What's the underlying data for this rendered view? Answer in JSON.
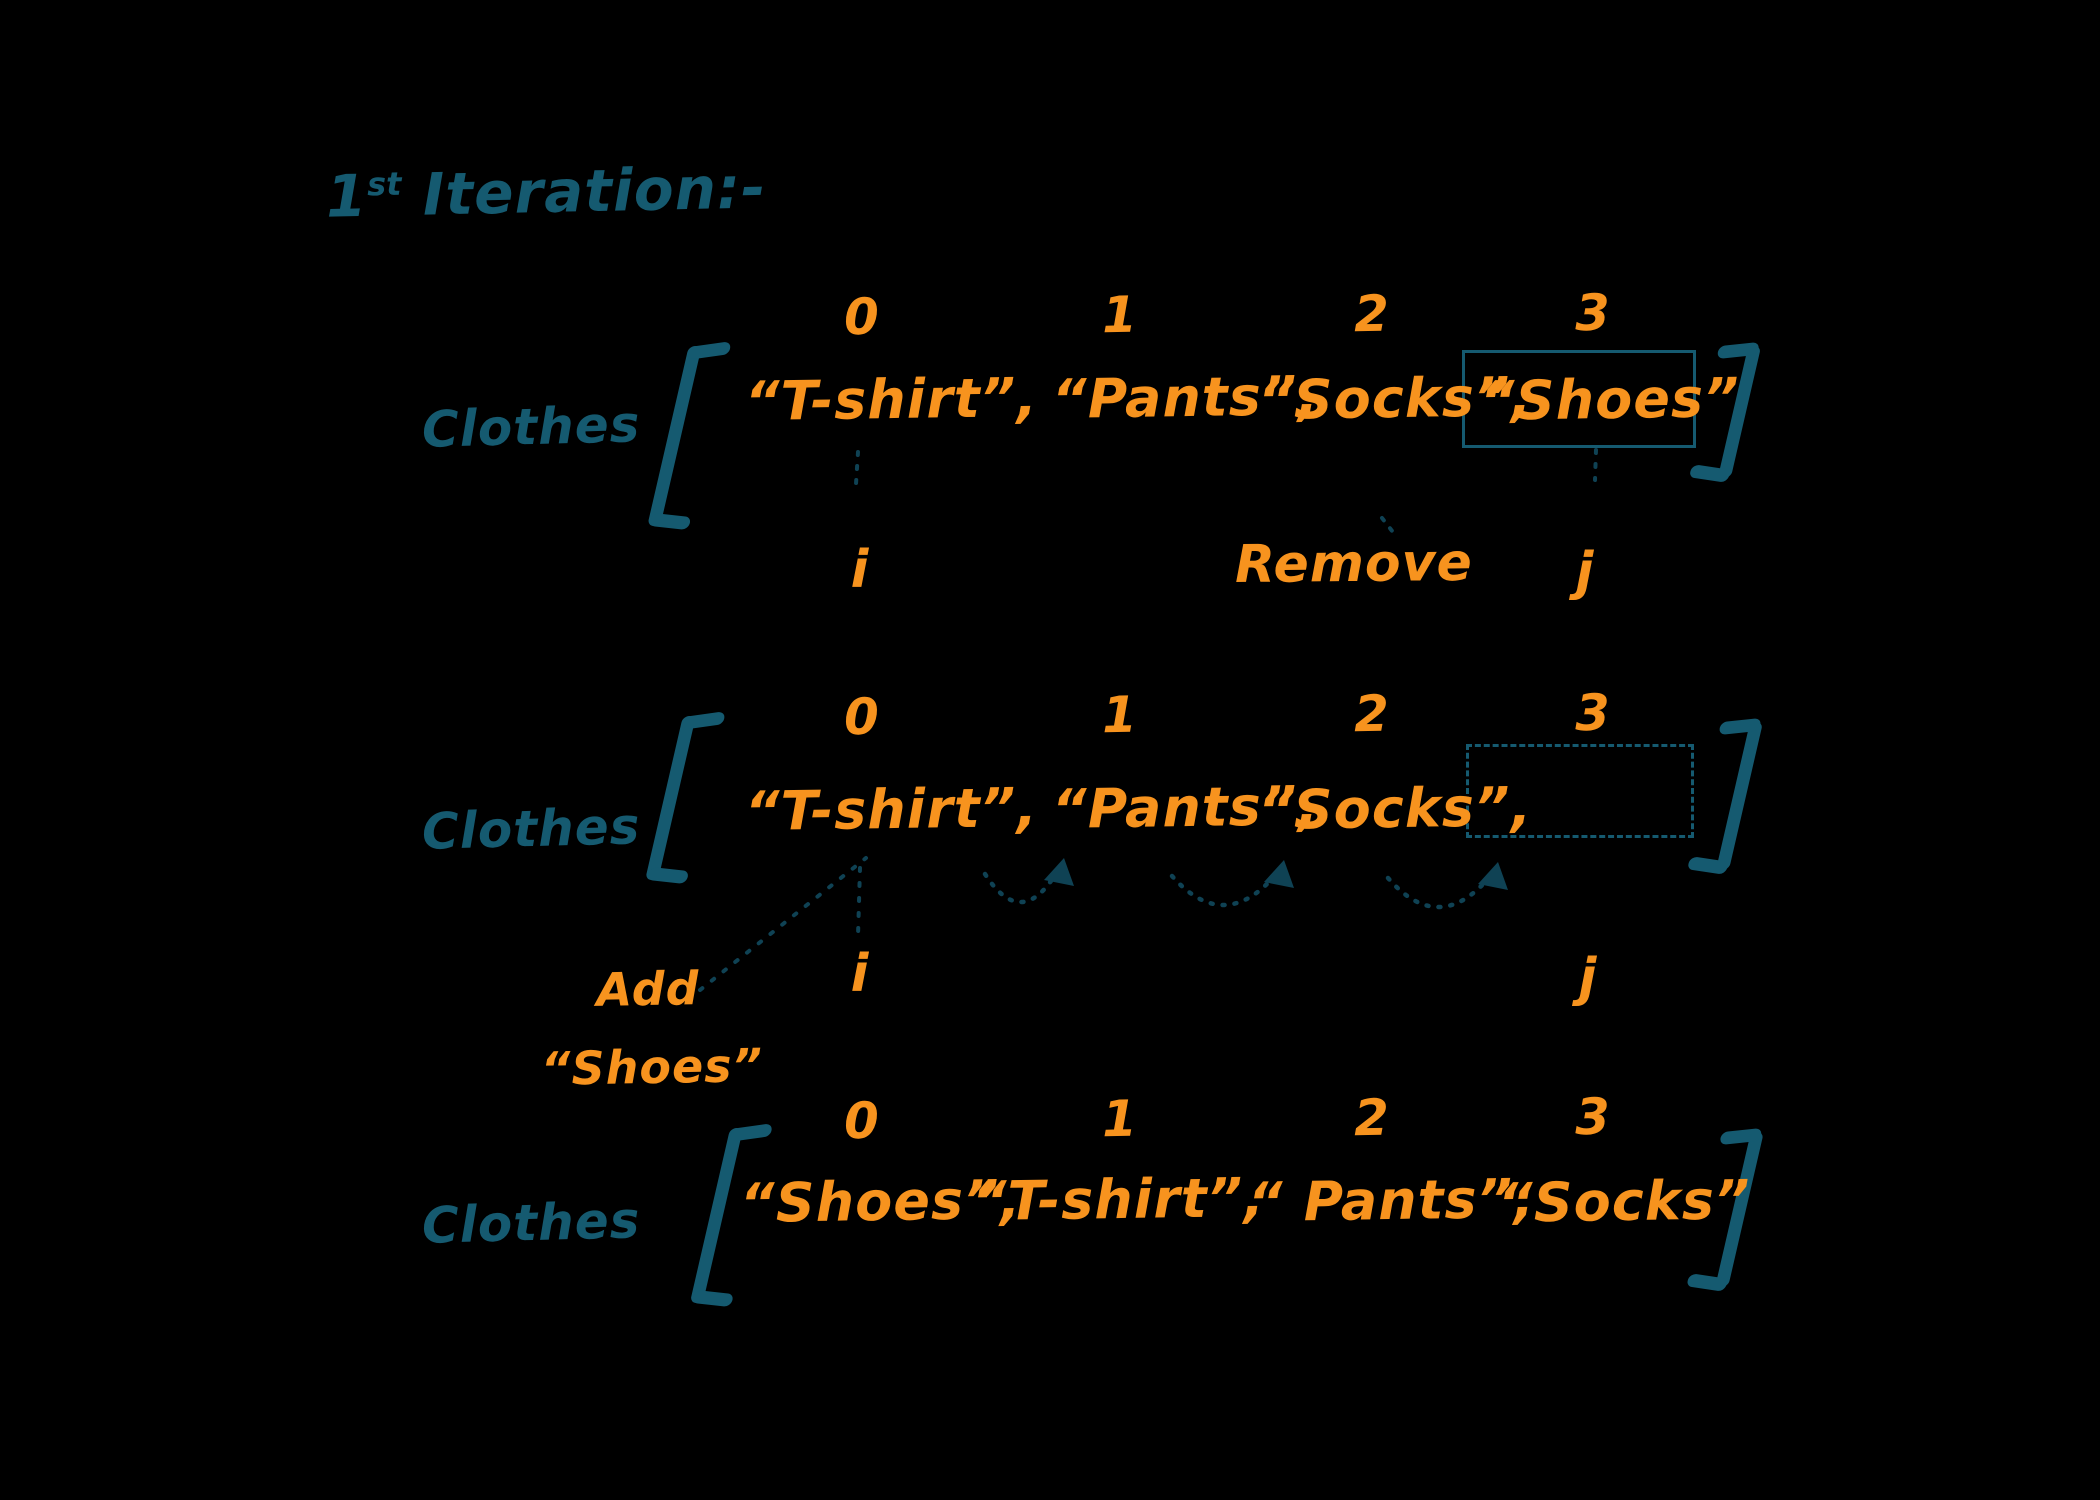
{
  "diagram": {
    "title": {
      "number": "1",
      "ordinal_suffix": "st",
      "rest": " Iteration:-"
    },
    "array_label": "Clothes",
    "indices": [
      "0",
      "1",
      "2",
      "3"
    ],
    "rows": {
      "initial": {
        "items": [
          "“T-shirt”,",
          "“Pants”,",
          "“Socks”,",
          "“Shoes”"
        ],
        "highlight": "“Shoes” boxed"
      },
      "after_remove": {
        "items": [
          "“T-shirt”,",
          "“Pants”,",
          "“Socks”,"
        ],
        "empty_slot": ""
      },
      "after_add": {
        "items": [
          "“Shoes”,",
          "“T-shirt”,",
          "“ Pants”,",
          "“Socks”"
        ]
      }
    },
    "pointers": {
      "i": "i",
      "j": "j"
    },
    "annotations": {
      "remove": "Remove",
      "add_line1": "Add",
      "add_line2": "“Shoes”"
    },
    "colors": {
      "background": "#000000",
      "orange": "#f7931e",
      "teal": "#155a70",
      "faint_teal": "#0f4254"
    }
  }
}
